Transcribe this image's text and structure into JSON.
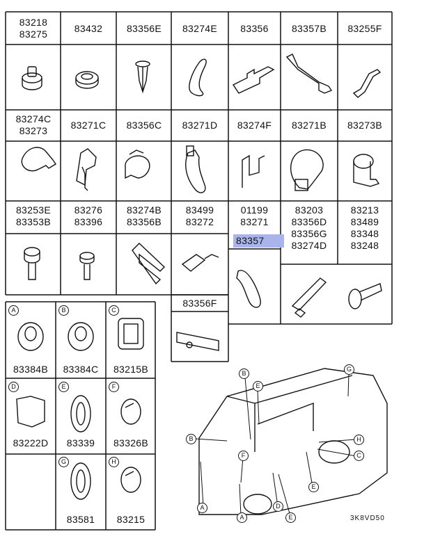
{
  "top_table": {
    "row1_labels": [
      [
        "83218",
        "83275"
      ],
      [
        "83432"
      ],
      [
        "83356E"
      ],
      [
        "83274E"
      ],
      [
        "83356"
      ],
      [
        "83357B"
      ],
      [
        "83255F"
      ]
    ],
    "row2_labels": [
      [
        "83274C",
        "83273"
      ],
      [
        "83271C"
      ],
      [
        "83356C"
      ],
      [
        "83271D"
      ],
      [
        "83274F"
      ],
      [
        "83271B"
      ],
      [
        "83273B"
      ]
    ],
    "row3_labels": [
      [
        "83253E",
        "83353B"
      ],
      [
        "83276",
        "83396"
      ],
      [
        "83274B",
        "83356B"
      ],
      [
        "83499",
        "83272"
      ],
      [
        "01199",
        "83271"
      ],
      [
        "83203",
        "83356D"
      ],
      [
        "83213",
        "83489"
      ]
    ],
    "row3_extra": {
      "col5_highlight": "83357",
      "col6": [
        "83356G",
        "83274D"
      ],
      "col7": [
        "83348",
        "83248"
      ]
    },
    "sub_label": "83356F"
  },
  "bottom_table": {
    "cells": [
      {
        "letter": "A",
        "label": "83384B"
      },
      {
        "letter": "B",
        "label": "83384C"
      },
      {
        "letter": "C",
        "label": "83215B"
      },
      {
        "letter": "D",
        "label": "83222D"
      },
      {
        "letter": "E",
        "label": "83339"
      },
      {
        "letter": "F",
        "label": "83326B"
      },
      {
        "letter": "G",
        "label": "83581"
      },
      {
        "letter": "H",
        "label": "83215"
      }
    ]
  },
  "vehicle": {
    "callouts": [
      "B",
      "E",
      "G",
      "H",
      "C",
      "B",
      "F",
      "E",
      "A",
      "A",
      "D",
      "E"
    ]
  },
  "diagram_code": "3K8VD50"
}
